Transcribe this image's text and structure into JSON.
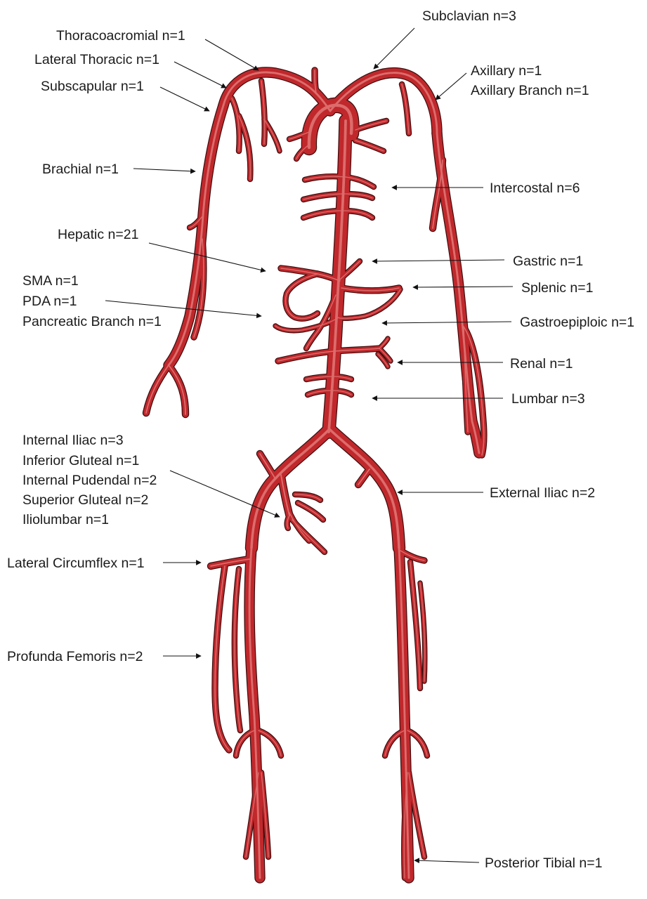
{
  "colors": {
    "artery": "#c0282c",
    "artery_outline": "#3a0d0d",
    "artery_highlight": "#e98a86",
    "text": "#1b1b1b",
    "background": "#ffffff"
  },
  "labels": {
    "thoracoacromial": "Thoracoacromial  n=1",
    "lateral_thoracic": "Lateral Thoracic n=1",
    "subscapular": "Subscapular n=1",
    "subclavian": "Subclavian n=3",
    "axillary": "Axillary n=1",
    "axillary_branch": "Axillary Branch n=1",
    "brachial": "Brachial n=1",
    "intercostal": "Intercostal n=6",
    "hepatic": "Hepatic n=21",
    "gastric": "Gastric n=1",
    "sma": "SMA n=1",
    "pda": "PDA n=1",
    "pancreatic_branch": "Pancreatic Branch n=1",
    "splenic": "Splenic n=1",
    "gastroepiploic": "Gastroepiploic n=1",
    "renal": "Renal n=1",
    "lumbar": "Lumbar n=3",
    "internal_iliac": "Internal Iliac n=3",
    "inferior_gluteal": "Inferior Gluteal  n=1",
    "internal_pudendal": "Internal Pudendal n=2",
    "superior_gluteal": "Superior Gluteal n=2",
    "iliolumbar": "Iliolumbar n=1",
    "external_iliac": "External Iliac n=2",
    "lateral_circumflex": "Lateral Circumflex n=1",
    "profunda_femoris": "Profunda Femoris n=2",
    "posterior_tibial": "Posterior Tibial n=1"
  }
}
